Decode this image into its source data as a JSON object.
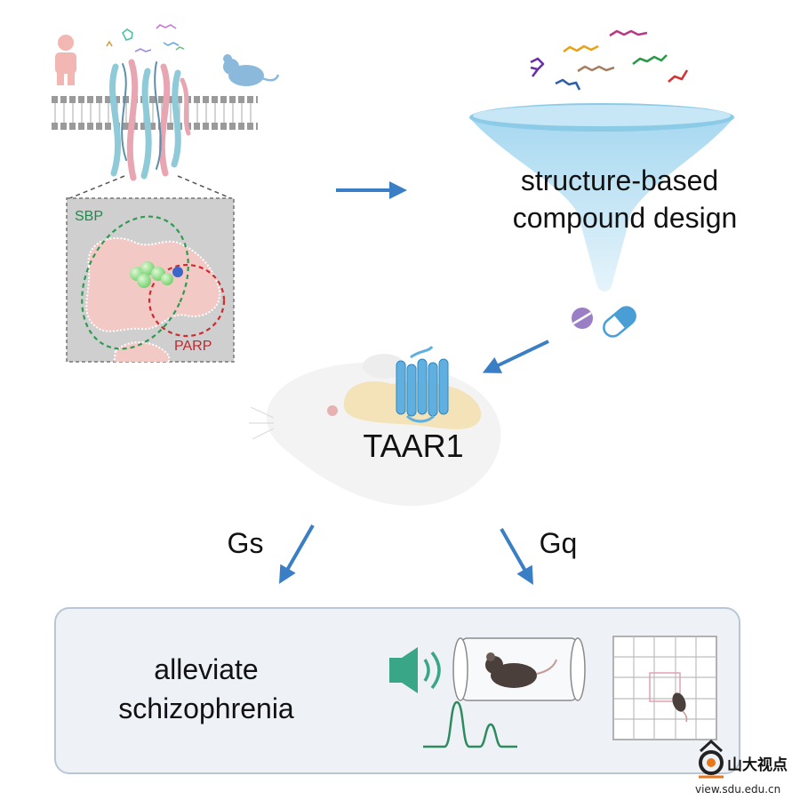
{
  "labels": {
    "sbp": "SBP",
    "parp": "PARP",
    "funnel_line1": "structure-based",
    "funnel_line2": "compound design",
    "receptor": "TAAR1",
    "gs": "Gs",
    "gq": "Gq",
    "outcome_line1": "alleviate",
    "outcome_line2": "schizophrenia"
  },
  "watermark": {
    "name": "山大视点",
    "url": "view.sdu.edu.cn"
  },
  "colors": {
    "arrow": "#3a7fc6",
    "sbp_ring": "#2e9a52",
    "parp_ring": "#d02a2e",
    "receptor_blue": "#5fb0e0",
    "funnel": "#bfe3f5",
    "speaker_green": "#3aa688",
    "trace_green": "#2e8a5f",
    "panel_bg": "#eef1f6",
    "panel_border": "#b9c6d6"
  },
  "icons": [
    "human-icon",
    "mouse-icon",
    "membrane-icon",
    "pill-icon",
    "capsule-icon",
    "speaker-icon",
    "maze-icon"
  ]
}
